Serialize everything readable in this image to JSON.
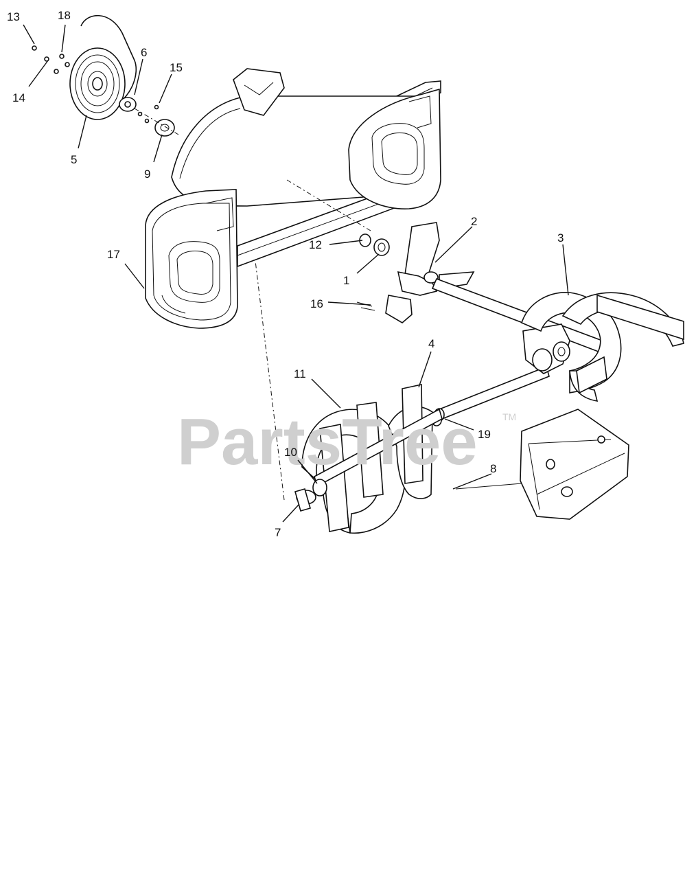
{
  "watermark": {
    "brand": "PartsTree",
    "trademark": "TM"
  },
  "callouts": [
    {
      "id": "13",
      "label": "13"
    },
    {
      "id": "18",
      "label": "18"
    },
    {
      "id": "6",
      "label": "6"
    },
    {
      "id": "15",
      "label": "15"
    },
    {
      "id": "14",
      "label": "14"
    },
    {
      "id": "5",
      "label": "5"
    },
    {
      "id": "9",
      "label": "9"
    },
    {
      "id": "2",
      "label": "2"
    },
    {
      "id": "3",
      "label": "3"
    },
    {
      "id": "12",
      "label": "12"
    },
    {
      "id": "17",
      "label": "17"
    },
    {
      "id": "1",
      "label": "1"
    },
    {
      "id": "16",
      "label": "16"
    },
    {
      "id": "4",
      "label": "4"
    },
    {
      "id": "11",
      "label": "11"
    },
    {
      "id": "19",
      "label": "19"
    },
    {
      "id": "10",
      "label": "10"
    },
    {
      "id": "8",
      "label": "8"
    },
    {
      "id": "7",
      "label": "7"
    }
  ]
}
